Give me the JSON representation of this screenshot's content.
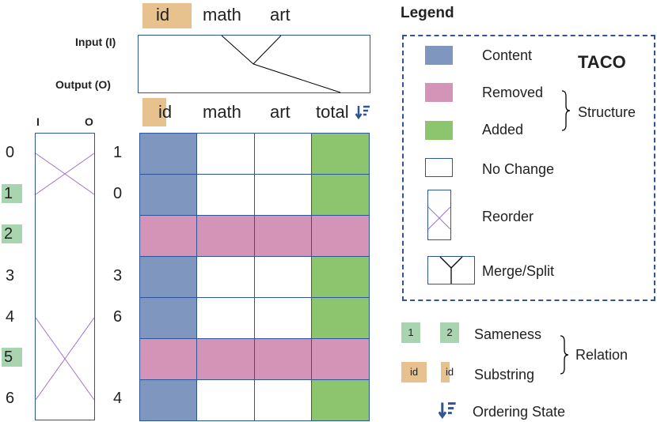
{
  "top_header": {
    "id": "id",
    "math": "math",
    "art": "art"
  },
  "input_label": "Input (I)",
  "output_label": "Output (O)",
  "io_header": {
    "i": "I",
    "o": "O"
  },
  "bottom_header": {
    "id": "id",
    "math": "math",
    "art": "art",
    "total": "total"
  },
  "input_rows": [
    "0",
    "1",
    "2",
    "3",
    "4",
    "5",
    "6"
  ],
  "output_rows": [
    "1",
    "0",
    "",
    "3",
    "6",
    "",
    "4"
  ],
  "table_rows": [
    [
      "content",
      "none",
      "none",
      "added"
    ],
    [
      "content",
      "none",
      "none",
      "added"
    ],
    [
      "removed",
      "removed",
      "removed",
      "removed"
    ],
    [
      "content",
      "none",
      "none",
      "added"
    ],
    [
      "content",
      "none",
      "none",
      "added"
    ],
    [
      "removed",
      "removed",
      "removed",
      "removed"
    ],
    [
      "content",
      "none",
      "none",
      "added"
    ]
  ],
  "legend": {
    "title": "Legend",
    "taco": "TACO",
    "content": "Content",
    "removed": "Removed",
    "added": "Added",
    "structure": "Structure",
    "no_change": "No Change",
    "reorder": "Reorder",
    "merge_split": "Merge/Split",
    "sameness": "Sameness",
    "substring": "Substring",
    "relation": "Relation",
    "ordering_state": "Ordering State",
    "chip_1": "1",
    "chip_2": "2",
    "chip_id_full": "id",
    "chip_id_part": "id"
  },
  "colors": {
    "content": "#7F96BF",
    "removed": "#D394B8",
    "added": "#8DC56F",
    "id_highlight": "#E7C28F",
    "sameness_highlight": "#A8D5B0",
    "border": "#2E5597"
  }
}
